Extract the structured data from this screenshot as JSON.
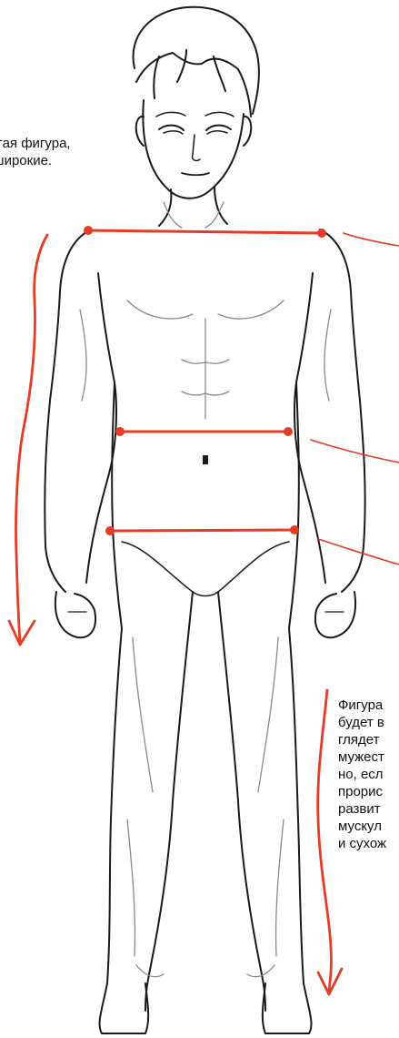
{
  "caption_top": {
    "lines": [
      "истая фигура,",
      "и широкие."
    ]
  },
  "caption_bottom": {
    "lines": [
      "Фигура",
      "будет в",
      "глядет",
      "мужест",
      "но, есл",
      "прорис",
      "развит",
      "мускул",
      "и сухож"
    ]
  },
  "colors": {
    "ink": "#1a1a1a",
    "sketch": "#8a8a8a",
    "accent": "#e63b24",
    "paper": "#ffffff"
  },
  "icons": [
    "figure-sketch",
    "shoulder-line",
    "waist-line",
    "hip-line",
    "arm-arrow",
    "leg-arrow"
  ]
}
